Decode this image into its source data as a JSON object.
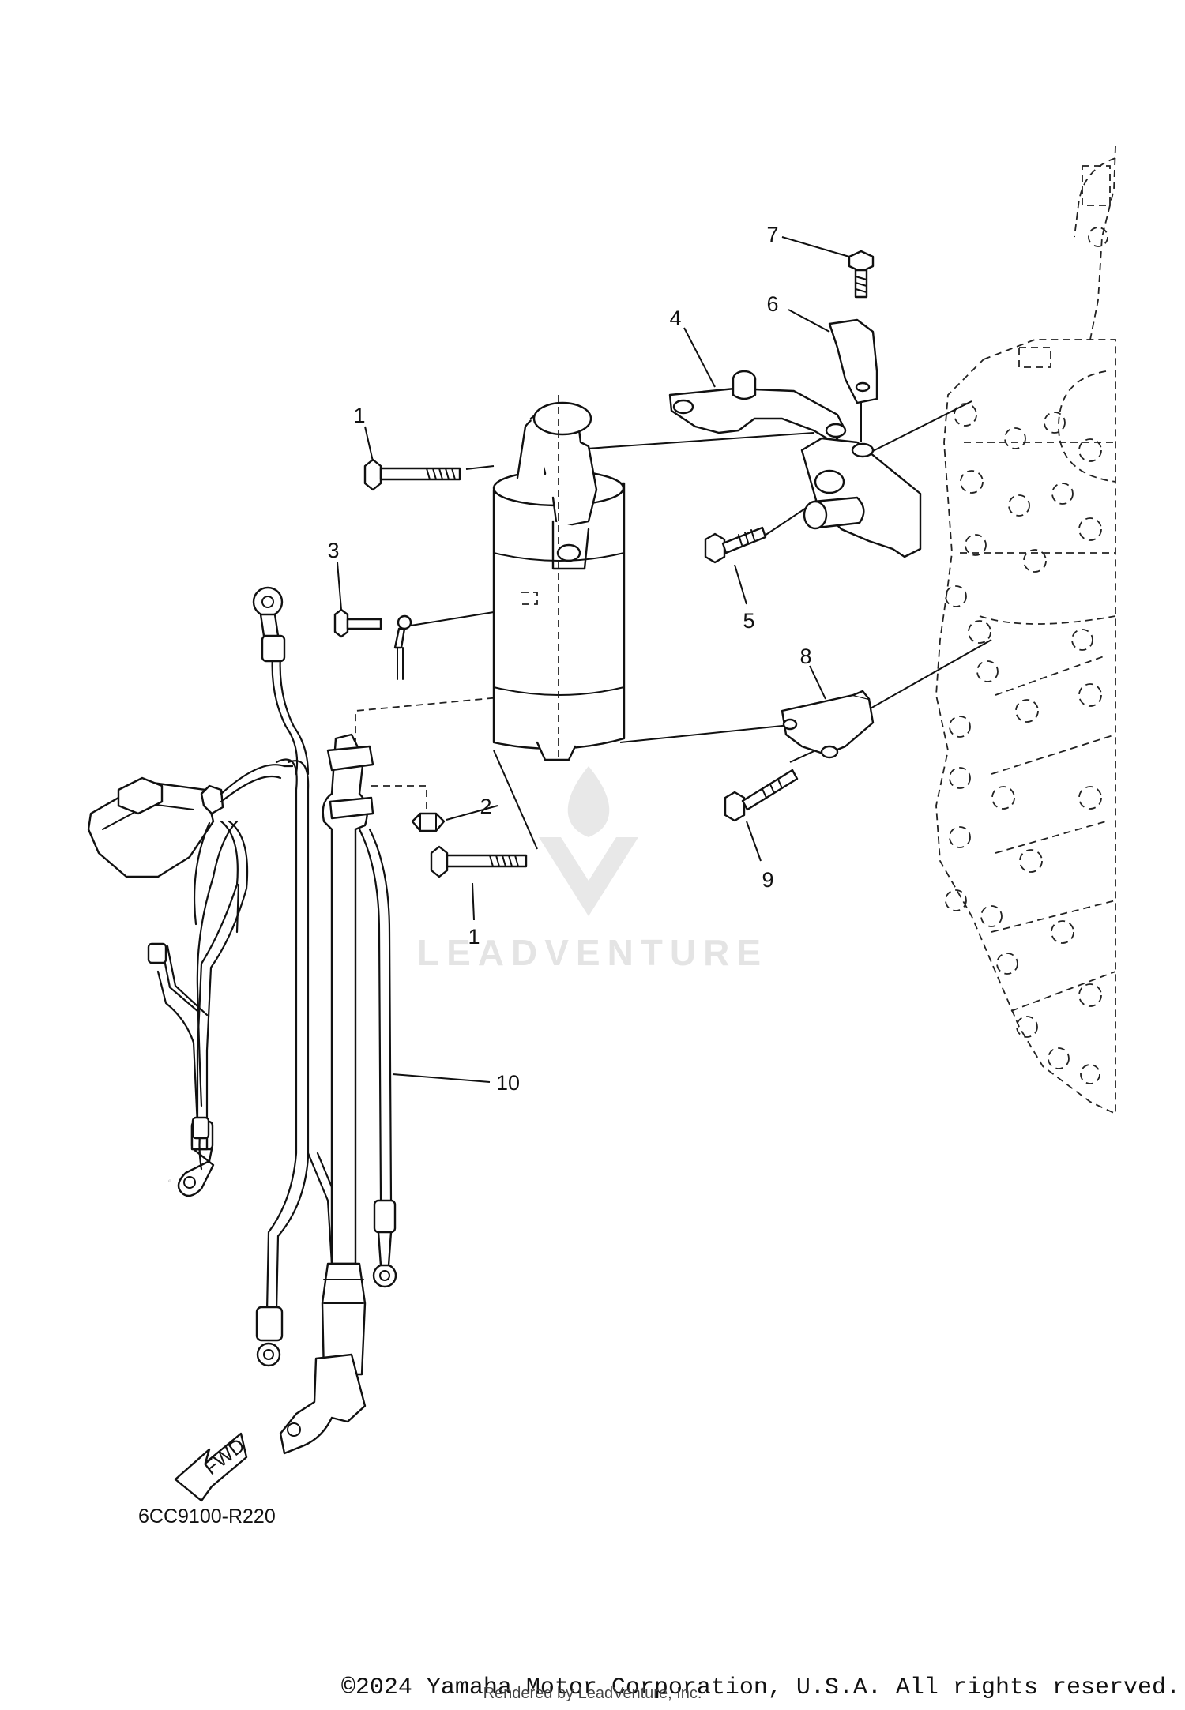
{
  "diagram": {
    "callouts": [
      {
        "label": "1"
      },
      {
        "label": "1"
      },
      {
        "label": "2"
      },
      {
        "label": "3"
      },
      {
        "label": "4"
      },
      {
        "label": "5"
      },
      {
        "label": "6"
      },
      {
        "label": "7"
      },
      {
        "label": "8"
      },
      {
        "label": "9"
      },
      {
        "label": "10"
      }
    ],
    "fwd_label": "FWD",
    "diagram_code": "6CC9100-R220"
  },
  "watermark": {
    "text": "LEADVENTURE"
  },
  "footer": {
    "copyright": "©2024 Yamaha Motor Corporation, U.S.A. All rights reserved.",
    "rendered_by": "Rendered by LeadVenture, Inc."
  }
}
